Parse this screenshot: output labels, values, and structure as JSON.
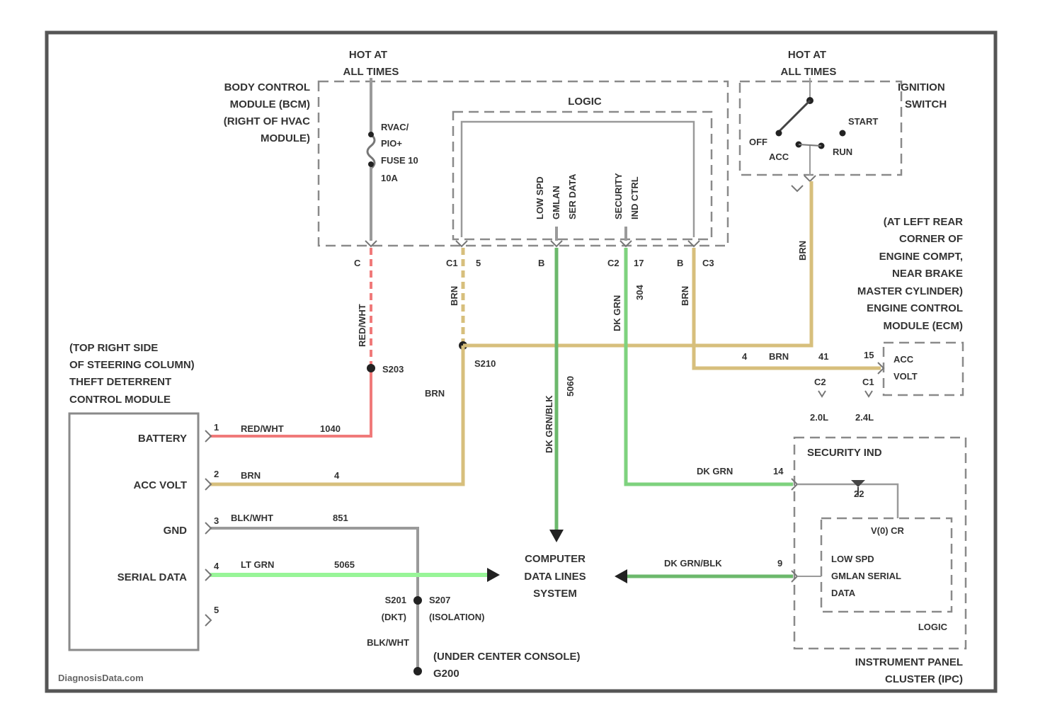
{
  "labels": {
    "hot_left": [
      "HOT AT",
      "ALL TIMES"
    ],
    "hot_right": [
      "HOT AT",
      "ALL TIMES"
    ],
    "bcm": [
      "BODY CONTROL",
      "MODULE (BCM)",
      "(RIGHT OF HVAC",
      "MODULE)"
    ],
    "logic": "LOGIC",
    "fuse": [
      "RVAC/",
      "PIO+",
      "FUSE 10",
      "10A"
    ],
    "bcm_sig1": [
      "LOW SPD",
      "GMLAN",
      "SER DATA"
    ],
    "bcm_sig2": [
      "SECURITY",
      "IND CTRL"
    ],
    "ign_switch": [
      "IGNITION",
      "SWITCH"
    ],
    "ign_off": "OFF",
    "ign_acc": "ACC",
    "ign_run": "RUN",
    "ign_start": "START",
    "ecm_loc": [
      "(AT LEFT REAR",
      "CORNER OF",
      "ENGINE COMPT,",
      "NEAR BRAKE",
      "MASTER CYLINDER)",
      "ENGINE CONTROL",
      "MODULE (ECM)"
    ],
    "ecm_acc": [
      "ACC",
      "VOLT"
    ],
    "tdm_loc": [
      "(TOP RIGHT SIDE",
      "OF STEERING COLUMN)",
      "THEFT DETERRENT",
      "CONTROL MODULE"
    ],
    "tdm_battery": "BATTERY",
    "tdm_acc": "ACC VOLT",
    "tdm_gnd": "GND",
    "tdm_serial": "SERIAL DATA",
    "security_ind": "SECURITY IND",
    "v_pin": "V(0) CR",
    "ipc_serial": [
      "LOW SPD",
      "GMLAN SERIAL",
      "DATA"
    ],
    "ipc_logic": "LOGIC",
    "ipc": [
      "INSTRUMENT PANEL",
      "CLUSTER (IPC)"
    ],
    "cdls": [
      "COMPUTER",
      "DATA LINES",
      "SYSTEM"
    ],
    "console": "(UNDER CENTER CONSOLE)",
    "g200": "G200",
    "watermark": "DiagnosisData.com"
  },
  "wires": {
    "red_white_1040": "RED/WHT",
    "red_white_1040_num": "1040",
    "red_white_vert": "RED/WHT",
    "s203": "S203",
    "s210": "S210",
    "brn_bcm": "BRN",
    "brn_vert": "BRN",
    "brn_tdm": "BRN",
    "brn_tdm_num": "4",
    "brn_ecm": "BRN",
    "brn_ecm_pin": "4",
    "brn_ecm_41": "41",
    "brn_ign": "BRN",
    "dk_grn_orn_vert": "DK GRN/BLK",
    "dk_grn_orn_num": "5060",
    "dk_grn_vert": "DK GRN",
    "dk_grn_num": "304",
    "dk_grn_horiz": "DK GRN",
    "dk_grn_pin": "14",
    "blk_wht": "BLK/WHT",
    "blk_wht_num": "851",
    "lt_grn": "LT GRN",
    "lt_grn_num": "5065",
    "dk_grn_blk": "DK GRN/BLK",
    "dk_grn_blk_pin": "9",
    "blk_wht_vert": "BLK/WHT",
    "s201": [
      "S201",
      "(DKT)"
    ],
    "s207": [
      "S207",
      "(ISOLATION)"
    ],
    "engine_24l": "2.4L",
    "engine_20l": "2.0L",
    "c2": "C2",
    "c1": "C1",
    "p15": "15",
    "p22": "22"
  },
  "pins": {
    "bcm_a": "C",
    "bcm_b1": "C1",
    "bcm_b2": "5",
    "bcm_c": "B",
    "bcm_d1": "C2",
    "bcm_d2": "17",
    "bcm_e1": "B",
    "bcm_e2": "C3",
    "tdm_1": "1",
    "tdm_2": "2",
    "tdm_3": "3",
    "tdm_4": "4",
    "tdm_5": "5"
  }
}
